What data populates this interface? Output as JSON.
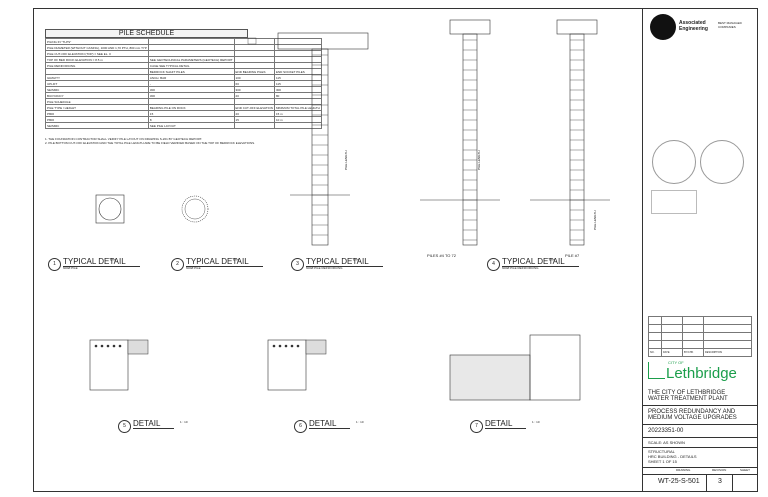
{
  "pile_schedule": {
    "title": "PILE SCHEDULE",
    "rows": [
      [
        "PILING IN \"TLPS\"",
        "",
        "",
        ""
      ],
      [
        "PILE DIAMETER (WITHOUT CASING), 1000 AND 1,70 PTH, 800 mm TYP",
        "",
        "",
        ""
      ],
      [
        "PILE CUT-OFF ELEVATION (TOP) = SEE EL. 0",
        "",
        "",
        ""
      ],
      [
        "TOP OF BED ROCK ELEVATION = 8.5 m",
        "SEE GEOTECHNICAL PARAMETERS (GEOTECH) REPORT",
        "",
        ""
      ],
      [
        "PILE REINFORCING",
        "CAGE SEE TYPICAL DETAIL",
        "",
        ""
      ],
      [
        "",
        "BEDROCK SHAFT PILES",
        "END BEARING PILES",
        "END SOCKET PILES"
      ],
      [
        "GRAVITY",
        "ANCH. BAR",
        "100",
        "115"
      ],
      [
        "UPLIFT",
        "-",
        "60",
        "115"
      ],
      [
        "SEISMIC",
        "300",
        "300",
        "300"
      ],
      [
        "BUOYANCY",
        "300",
        "20",
        "80"
      ],
      [
        "PILE SCHEDULE",
        "",
        "",
        ""
      ],
      [
        "PILE TYPE / HEIGHT",
        "BEARING PILE ON ROCK",
        "END CUT-OFF ELEVATION",
        "MINIMUM TOTAL PILE LENGTH"
      ],
      [
        "P800",
        "15",
        "20",
        "15 m"
      ],
      [
        "P800",
        "8",
        "15",
        "10 m"
      ],
      [
        "SEISMIC",
        "SEE PILE LAYOUT",
        "",
        ""
      ]
    ],
    "notes": [
      "1. THE FOUNDATION CONTRACTOR SHALL VERIFY PILE LAYOUT ON DRAWING S-201 BY GEOTECH REPORT.",
      "2. PILE BOTTOM CUT-OFF ELEVATION AND THE TOTAL PILE LENGTH ARE TO BE FIELD VERIFIED BASED ON THE TOP OF BEDROCK ELEVATIONS."
    ]
  },
  "details": [
    {
      "num": "1",
      "title": "TYPICAL DETAIL",
      "sub": "600Ø PILE",
      "scale": "NTS"
    },
    {
      "num": "2",
      "title": "TYPICAL DETAIL",
      "sub": "600Ø PILE",
      "scale": "NTS"
    },
    {
      "num": "3",
      "title": "TYPICAL DETAIL",
      "sub": "600Ø PILE REINFORCING",
      "scale": "NTS"
    },
    {
      "num": "4",
      "title": "TYPICAL DETAIL",
      "sub": "600Ø PILE REINFORCING",
      "scale": "NTS"
    },
    {
      "num": "5",
      "title": "DETAIL",
      "sub": "",
      "scale": "1 : 10"
    },
    {
      "num": "6",
      "title": "DETAIL",
      "sub": "",
      "scale": "1 : 10"
    },
    {
      "num": "7",
      "title": "DETAIL",
      "sub": "",
      "scale": "1 : 10"
    }
  ],
  "labels": {
    "piles_p4": "PILES #4 TO 72",
    "pile_p7": "PILE #7",
    "pile_length_a": "PILE LENGTH",
    "pile_length_b": "PILE LENGTH",
    "pile_length_c": "PILE LENGTH"
  },
  "titleblock": {
    "company": "Associated Engineering",
    "award": "BEST MANAGED COMPANIES",
    "client_prefix": "CITY OF",
    "client_name": "Lethbridge",
    "project_l1": "THE CITY OF LETHBRIDGE",
    "project_l2": "WATER TREATMENT PLANT",
    "title_l1": "PROCESS REDUNDANCY AND",
    "title_l2": "MEDIUM VOLTAGE UPGRADES",
    "job_no": "20223351-00",
    "scale": "SCALE:  AS SHOWN",
    "drawing_l1": "STRUCTURAL",
    "drawing_l2": "HRC BUILDING - DETAILS",
    "drawing_l3": "SHEET 1 OF 15",
    "drawing_label": "DRAWING",
    "revision_label": "REVISION",
    "sheet_label": "SHEET",
    "drawing_no": "WT-25-S-501",
    "revision": "3",
    "rev_headers": [
      "NO.",
      "DATE",
      "BY/CHK",
      "DESCRIPTION"
    ]
  },
  "colors": {
    "line": "#333333",
    "accent": "#1a7fc1",
    "client_green": "#1b9e4b"
  }
}
